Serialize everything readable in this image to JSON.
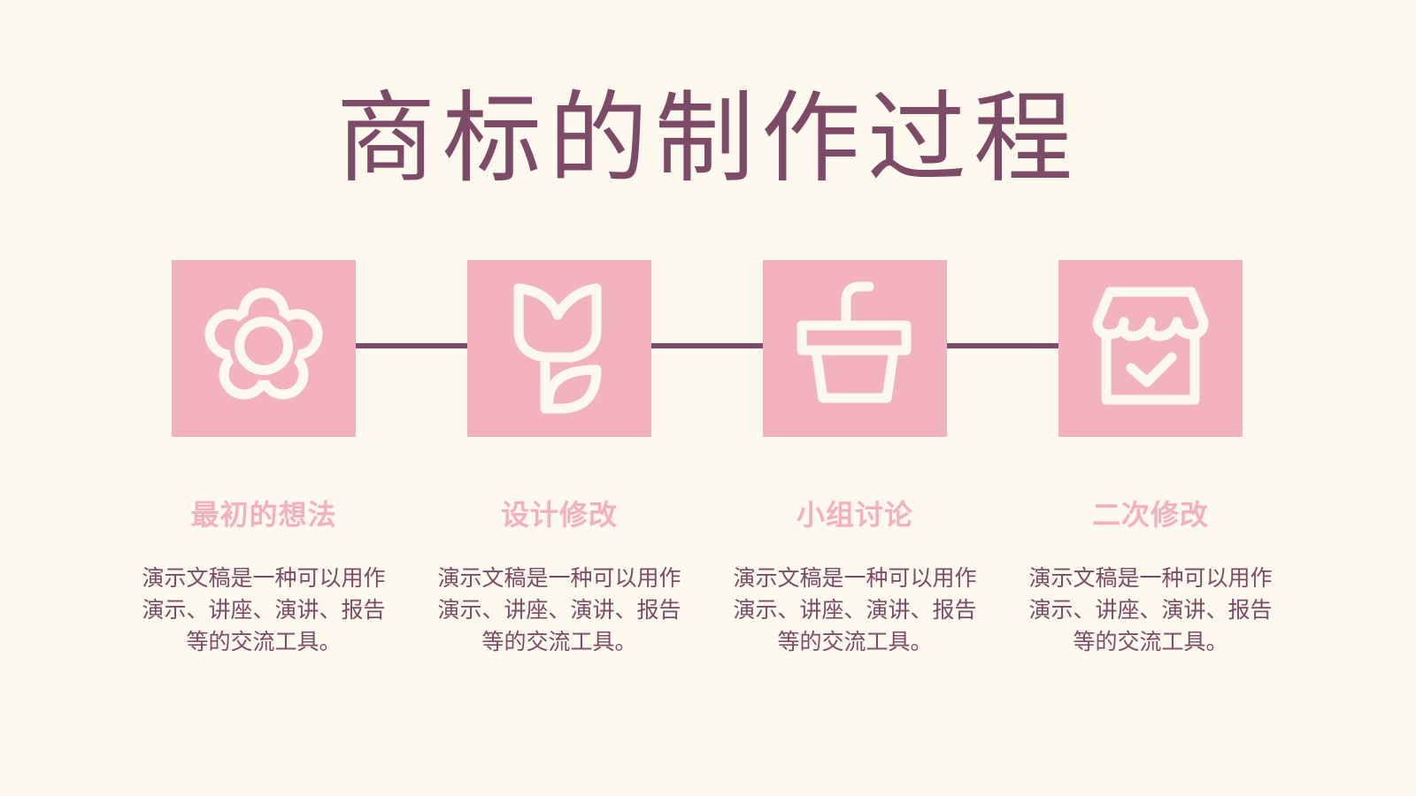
{
  "title": "商标的制作过程",
  "colors": {
    "background": "#fdf9ee",
    "accent": "#7d4b67",
    "tile": "#f2b2bf",
    "step_title": "#f3b1bf",
    "icon": "#fdf9ee"
  },
  "steps": [
    {
      "icon": "flower-icon",
      "title": "最初的想法",
      "description_lines": [
        "演示文稿是一种可以用作",
        "演示、讲座、演讲、报告",
        "等的交流工具。"
      ]
    },
    {
      "icon": "sprout-icon",
      "title": "设计修改",
      "description_lines": [
        "演示文稿是一种可以用作",
        "演示、讲座、演讲、报告",
        "等的交流工具。"
      ]
    },
    {
      "icon": "pot-icon",
      "title": "小组讨论",
      "description_lines": [
        "演示文稿是一种可以用作",
        "演示、讲座、演讲、报告",
        "等的交流工具。"
      ]
    },
    {
      "icon": "shop-check-icon",
      "title": "二次修改",
      "description_lines": [
        "演示文稿是一种可以用作",
        "演示、讲座、演讲、报告",
        "等的交流工具。"
      ]
    }
  ]
}
